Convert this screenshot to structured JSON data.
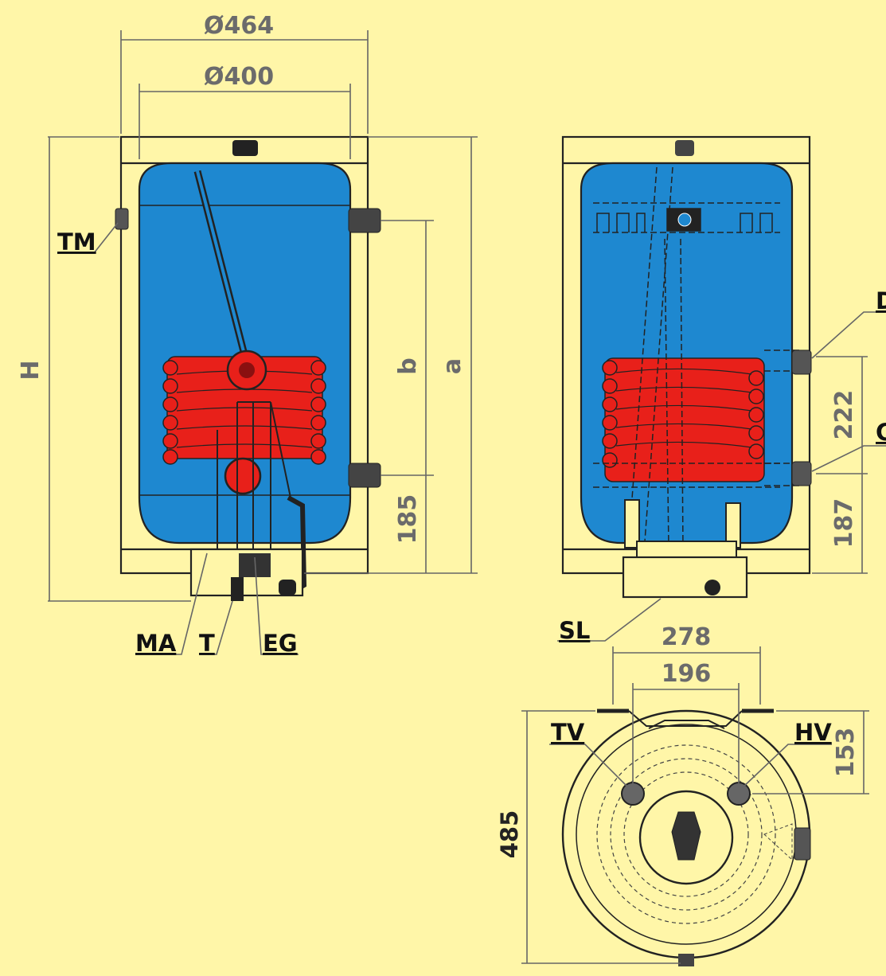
{
  "colors": {
    "background": "#FFF6A8",
    "tank": "#1E88D0",
    "coil": "#E8201A",
    "outline": "#222222",
    "dimension": "#6B6B6B"
  },
  "dimensions": {
    "outer_diameter": "Ø464",
    "inner_diameter": "Ø400",
    "height": "H",
    "a": "a",
    "b": "b",
    "d185": "185",
    "d222": "222",
    "d187": "187",
    "d278": "278",
    "d196": "196",
    "d153": "153",
    "d485": "485"
  },
  "labels": {
    "tm": "TM",
    "ma": "MA",
    "t": "T",
    "eg": "EG",
    "sl": "SL",
    "d": "D",
    "c": "C",
    "tv": "TV",
    "hv": "HV"
  }
}
